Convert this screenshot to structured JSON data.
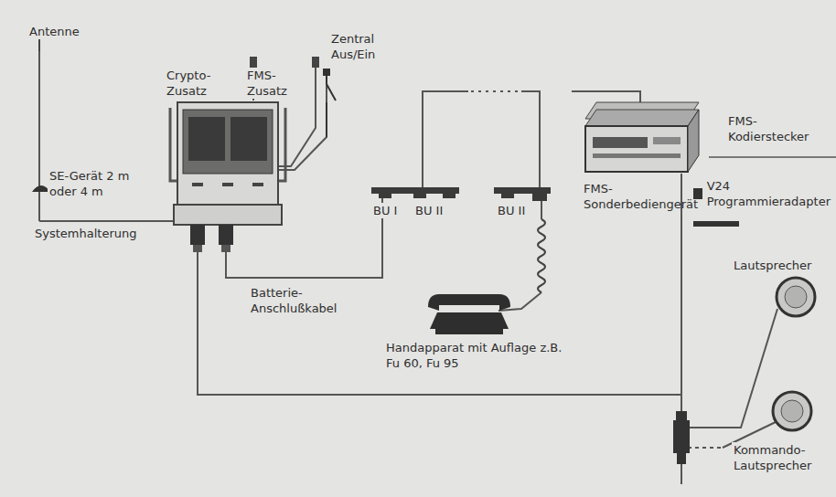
{
  "diagram": {
    "labels": [
      "Antenne",
      "Crypto-Zusatz",
      "FMS-Zusatz",
      "Zentral Aus/Ein",
      "SE-Gerät 2 m oder 4 m",
      "Systemhalterung",
      "Batterie-Anschlußkabel",
      "BU I",
      "BU II",
      "BU II",
      "Handapparat mit Auflage z.B. Fu 60, Fu 95",
      "FMS-Sonderbediengerät",
      "FMS-Kodierstecker",
      "V24 Programmieradapter",
      "Lautsprecher",
      "Kommando-Lautsprecher"
    ]
  }
}
